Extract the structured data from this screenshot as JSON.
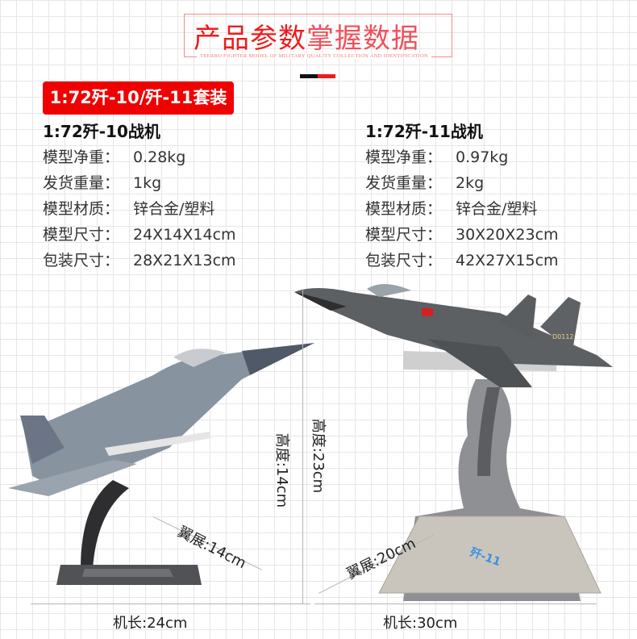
{
  "header": {
    "title_strong": "产品参数",
    "title_light": "掌握数据",
    "subtitle": "TEERBO FIGHTER MODEL OF MILITARY QUALITY COLLECTION AND IDENTIFICATION"
  },
  "set_label": "1:72歼-10/歼-11套装",
  "colors": {
    "accent": "#f00000",
    "title": "#ee1c1c"
  },
  "models": [
    {
      "name": "1:72歼-10战机",
      "specs": [
        {
          "key": "模型净重：",
          "value": "0.28kg"
        },
        {
          "key": "发货重量：",
          "value": "1kg"
        },
        {
          "key": "模型材质：",
          "value": "锌合金/塑料"
        },
        {
          "key": "模型尺寸：",
          "value": "24X14X14cm"
        },
        {
          "key": "包装尺寸：",
          "value": "28X21X13cm"
        }
      ],
      "height": "高度:14cm",
      "wingspan": "翼展:14cm",
      "length": "机长:24cm"
    },
    {
      "name": "1:72歼-11战机",
      "specs": [
        {
          "key": "模型净重：",
          "value": "0.97kg"
        },
        {
          "key": "发货重量：",
          "value": "2kg"
        },
        {
          "key": "模型材质：",
          "value": "锌合金/塑料"
        },
        {
          "key": "模型尺寸：",
          "value": "30X20X23cm"
        },
        {
          "key": "包装尺寸：",
          "value": "42X27X15cm"
        }
      ],
      "height": "高度:23cm",
      "wingspan": "翼展:20cm",
      "length": "机长:30cm",
      "stand_label": "歼-11",
      "tail_number": "D0112"
    }
  ]
}
